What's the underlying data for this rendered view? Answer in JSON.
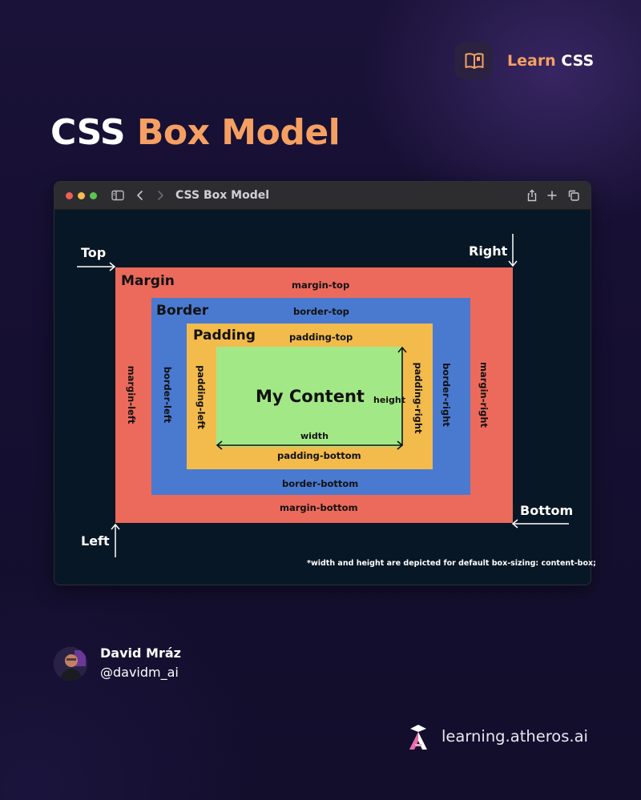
{
  "badge": {
    "icon": "open-book-icon",
    "text_orange": "Learn",
    "text_white": "CSS"
  },
  "headline": {
    "part1": "CSS",
    "part2": "Box Model"
  },
  "browser": {
    "tab_title": "CSS Box Model",
    "icons": [
      "sidebar-icon",
      "back-arrow-icon",
      "forward-arrow-icon",
      "share-icon",
      "plus-icon",
      "tabs-icon"
    ]
  },
  "diagram": {
    "corners": {
      "top": "Top",
      "right": "Right",
      "bottom": "Bottom",
      "left": "Left"
    },
    "margin": {
      "title": "Margin",
      "top": "margin-top",
      "bottom": "margin-bottom",
      "left": "margin-left",
      "right": "margin-right",
      "color": "#ec6a5c"
    },
    "border": {
      "title": "Border",
      "top": "border-top",
      "bottom": "border-bottom",
      "left": "border-left",
      "right": "border-right",
      "color": "#4a7ad0"
    },
    "padding": {
      "title": "Padding",
      "top": "padding-top",
      "bottom": "padding-bottom",
      "left": "padding-left",
      "right": "padding-right",
      "color": "#f3bb4c"
    },
    "content": {
      "title": "My Content",
      "width": "width",
      "height": "height",
      "color": "#a3e887"
    },
    "footnote": "*width and height are depicted for default box-sizing: content-box;"
  },
  "author": {
    "name": "David Mráz",
    "handle": "@davidm_ai"
  },
  "brand": {
    "text": "learning.atheros.ai"
  },
  "colors": {
    "accent_orange": "#f5a062",
    "background": "#150f31"
  }
}
